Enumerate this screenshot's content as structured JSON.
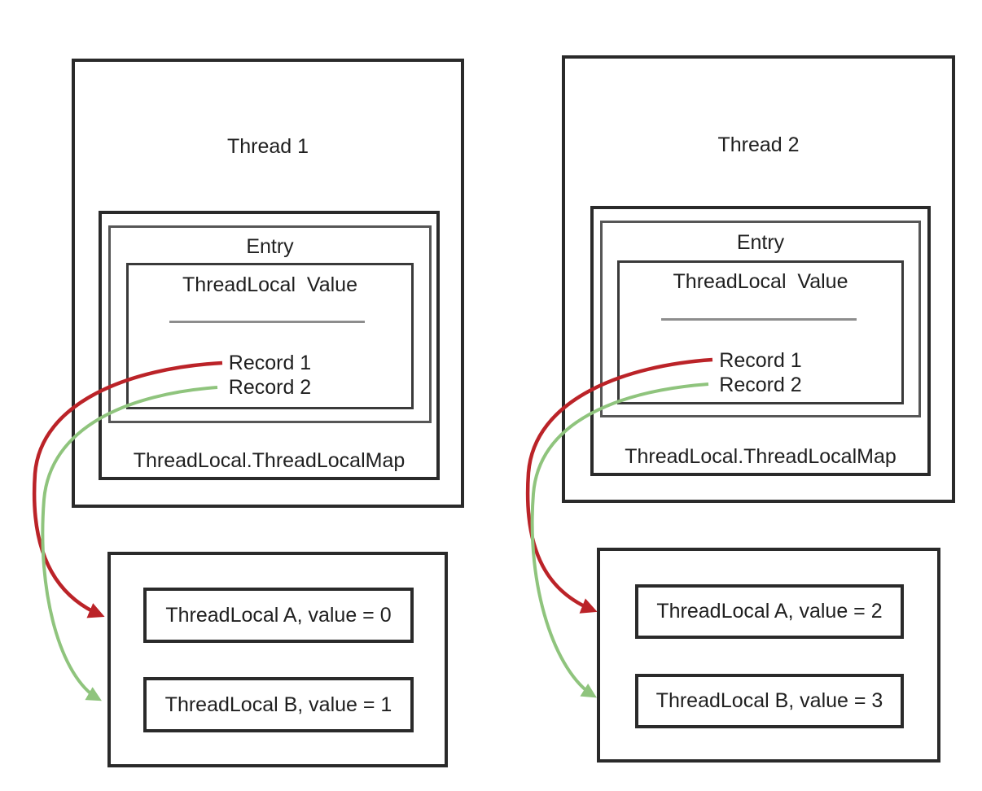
{
  "colors": {
    "red_arrow": "#bb2328",
    "green_arrow": "#8fc47d",
    "border_dark": "#2a2a2a",
    "border_mid": "#3a3a3a",
    "border_gray": "#565656",
    "separator_gray": "#8d8d8d",
    "text": "#1f1f1f"
  },
  "thread1": {
    "title": "Thread 1",
    "map_label": "ThreadLocal.ThreadLocalMap",
    "entry_label": "Entry",
    "value_header": "ThreadLocal  Value",
    "record1": "Record 1",
    "record2": "Record 2",
    "locals": [
      {
        "label": "ThreadLocal A, value = 0"
      },
      {
        "label": "ThreadLocal B, value = 1"
      }
    ]
  },
  "thread2": {
    "title": "Thread 2",
    "map_label": "ThreadLocal.ThreadLocalMap",
    "entry_label": "Entry",
    "value_header": "ThreadLocal  Value",
    "record1": "Record 1",
    "record2": "Record 2",
    "locals": [
      {
        "label": "ThreadLocal A, value = 2"
      },
      {
        "label": "ThreadLocal B, value = 3"
      }
    ]
  }
}
